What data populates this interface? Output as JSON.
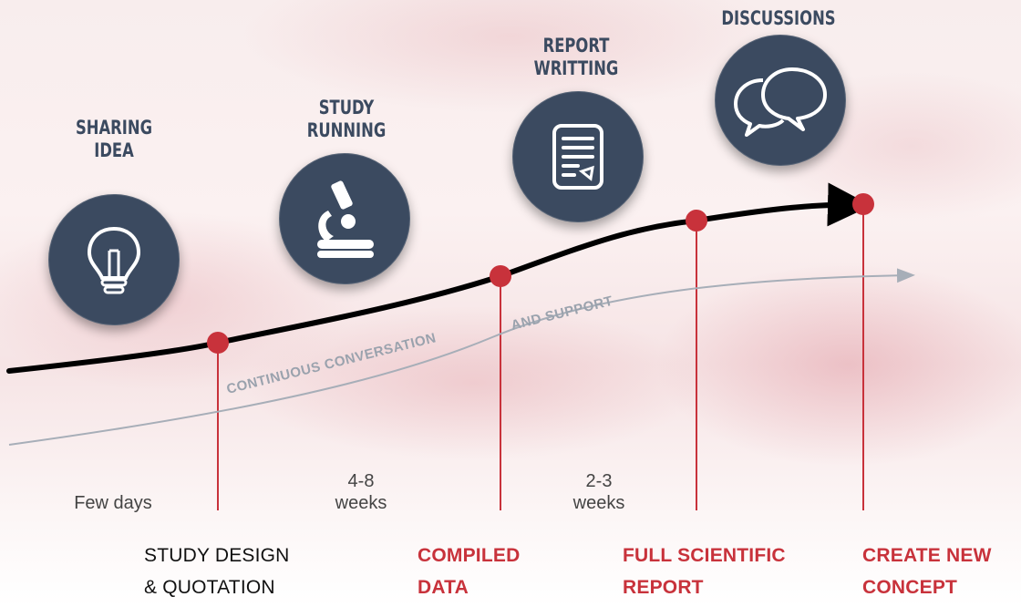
{
  "stages": [
    {
      "id": "sharing",
      "title": "SHARING\nIDEA",
      "icon": "lightbulb-icon"
    },
    {
      "id": "study",
      "title": "STUDY\nRUNNING",
      "icon": "microscope-icon"
    },
    {
      "id": "report",
      "title": "REPORT\nWRITTING",
      "icon": "document-icon"
    },
    {
      "id": "discussions",
      "title": "DISCUSSIONS",
      "icon": "speech-bubbles-icon"
    }
  ],
  "durations": [
    {
      "text": "Few days"
    },
    {
      "text": "4-8\nweeks"
    },
    {
      "text": "2-3\nweeks"
    }
  ],
  "milestones": [
    {
      "line1": "STUDY DESIGN",
      "line2": "& QUOTATION",
      "color": "#111111"
    },
    {
      "line1": "COMPILED",
      "line2": "DATA",
      "color": "#c8323b"
    },
    {
      "line1": "FULL SCIENTIFIC",
      "line2": "REPORT",
      "color": "#c8323b"
    },
    {
      "line1": "CREATE NEW",
      "line2": "CONCEPT",
      "color": "#c8323b"
    }
  ],
  "support_path_label_1": "CONTINUOUS CONVERSATION",
  "support_path_label_2": "AND SUPPORT",
  "colors": {
    "circle": "#3b4a60",
    "accent_red": "#c8323b",
    "main_curve": "#000000",
    "support_curve": "#a7aeb8"
  }
}
